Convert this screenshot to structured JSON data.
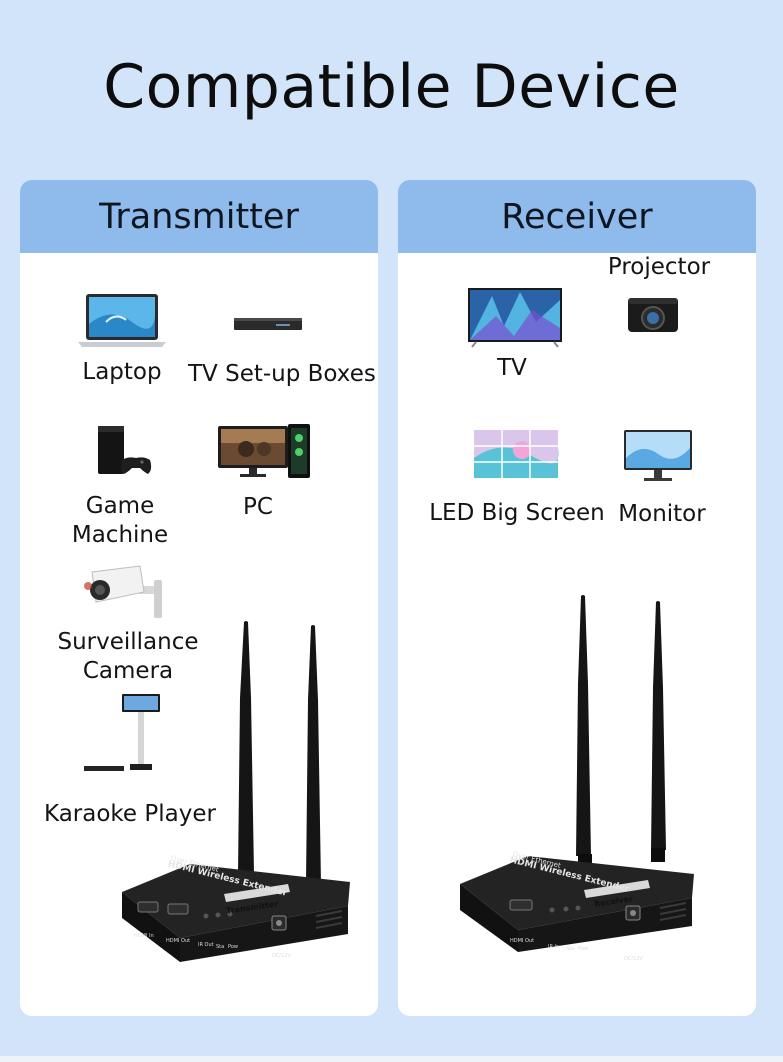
{
  "page": {
    "title": "Compatible Device"
  },
  "transmitter": {
    "heading": "Transmitter",
    "devices": [
      {
        "label_lines": [
          "Laptop"
        ],
        "icon": "laptop-icon"
      },
      {
        "label_lines": [
          "TV Set-up Boxes"
        ],
        "icon": "set-top-box-icon"
      },
      {
        "label_lines": [
          "Game",
          "Machine"
        ],
        "icon": "game-console-icon"
      },
      {
        "label_lines": [
          "PC"
        ],
        "icon": "desktop-pc-icon"
      },
      {
        "label_lines": [
          "Surveillance",
          "Camera"
        ],
        "icon": "security-camera-icon"
      },
      {
        "label_lines": [
          "Karaoke Player"
        ],
        "icon": "karaoke-player-icon"
      }
    ],
    "device_unit": {
      "top_text": "Over Ethernet",
      "name": "HDMI Wireless Extender",
      "badge": "Transmitter",
      "ports": [
        "HDMI In",
        "HDMI Out",
        "IR Out",
        "Sta",
        "Pow",
        "DC/12V"
      ]
    }
  },
  "receiver": {
    "heading": "Receiver",
    "devices": [
      {
        "label_lines": [
          "TV"
        ],
        "icon": "tv-icon"
      },
      {
        "label_lines": [
          "Projector"
        ],
        "icon": "projector-icon"
      },
      {
        "label_lines": [
          "LED Big Screen"
        ],
        "icon": "led-wall-icon"
      },
      {
        "label_lines": [
          "Monitor"
        ],
        "icon": "monitor-icon"
      }
    ],
    "device_unit": {
      "top_text": "Over Ethernet",
      "name": "HDMI Wireless Extender",
      "badge": "Receiver",
      "ports": [
        "HDMI Out",
        "IR In",
        "Sta",
        "Pow",
        "DC/12V"
      ]
    }
  },
  "colors": {
    "background": "#d2e4f9",
    "panel_header": "#8ebbec",
    "panel_body": "#ffffff",
    "device_body": "#1b1b1b"
  }
}
